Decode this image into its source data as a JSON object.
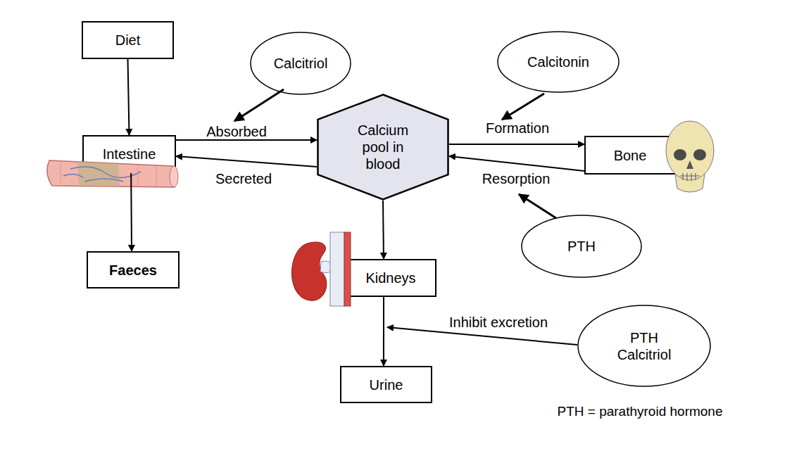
{
  "diagram": {
    "nodes": [
      {
        "text": [
          "Diet"
        ]
      },
      {
        "text": [
          "Calcitriol"
        ]
      },
      {
        "text": [
          "Calcitonin"
        ]
      },
      {
        "text": [
          "Intestine"
        ]
      },
      {
        "text": [
          "Calcium pool in blood"
        ]
      },
      {
        "text": [
          "Bone"
        ]
      },
      {
        "text": [
          "PTH"
        ]
      },
      {
        "text": [
          "Faeces"
        ]
      },
      {
        "text": [
          "Kidneys"
        ]
      },
      {
        "text": [
          "PTH Calcitriol"
        ]
      },
      {
        "text": [
          "Urine"
        ]
      }
    ],
    "edges": [
      {
        "from": 0,
        "to": 3,
        "arrow": "to"
      },
      {
        "from": 3,
        "to": 4,
        "label": "Absorbed",
        "arrow": "to"
      },
      {
        "from": 4,
        "to": 3,
        "label": "Secreted",
        "arrow": "to"
      },
      {
        "from": 4,
        "to": 5,
        "label": "Formation",
        "arrow": "to"
      },
      {
        "from": 5,
        "to": 4,
        "label": "Resorption",
        "arrow": "to"
      },
      {
        "from": 3,
        "to": 7,
        "arrow": "to"
      },
      {
        "from": 4,
        "to": 8,
        "arrow": "to"
      },
      {
        "from": 8,
        "to": 10,
        "arrow": "to"
      }
    ],
    "labels": [
      "Inhibit excretion",
      "PTH = parathyroid hormone"
    ]
  }
}
